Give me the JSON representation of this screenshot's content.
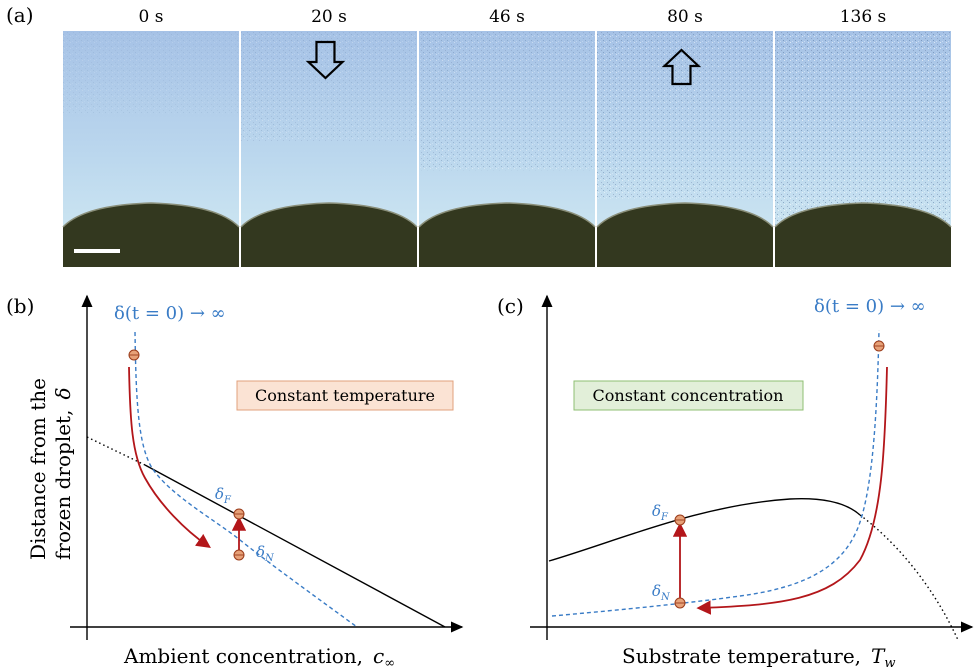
{
  "panel_a": {
    "label": "(a)",
    "frames": [
      {
        "time": "0 s",
        "arrow": "none"
      },
      {
        "time": "20 s",
        "arrow": "down-arrow-icon"
      },
      {
        "time": "46 s",
        "arrow": "none"
      },
      {
        "time": "80 s",
        "arrow": "up-arrow-icon"
      },
      {
        "time": "136 s",
        "arrow": "none"
      }
    ],
    "colors": {
      "sky_top": "#a7c3e6",
      "sky_bottom": "#cfe6f2",
      "droplet": "#33381f"
    }
  },
  "panel_b": {
    "label": "(b)",
    "box_label": "Constant temperature",
    "box_fill": "#fbe3d4",
    "box_stroke": "#e1a07c",
    "top_annotation": "δ(t = 0) → ∞",
    "delta_F": "δ",
    "delta_F_sub": "F",
    "delta_N": "δ",
    "delta_N_sub": "N",
    "xlabel": "Ambient concentration,",
    "xlabel_symbol": "c",
    "xlabel_symbol_sub": "∞"
  },
  "panel_c": {
    "label": "(c)",
    "box_label": "Constant concentration",
    "box_fill": "#e2efd9",
    "box_stroke": "#8fbf73",
    "top_annotation": "δ(t = 0) → ∞",
    "delta_F": "δ",
    "delta_F_sub": "F",
    "delta_N": "δ",
    "delta_N_sub": "N",
    "xlabel": "Substrate temperature,",
    "xlabel_symbol": "T",
    "xlabel_symbol_sub": "w"
  },
  "ylabel_line1": "Distance from the",
  "ylabel_line2": "frozen droplet,",
  "ylabel_symbol": "δ",
  "colors": {
    "blue_dashed": "#3a7cc6",
    "red_path": "#b3161a",
    "marker_fill": "#e7a178",
    "marker_stroke": "#9a3b1a",
    "black": "#000000"
  }
}
